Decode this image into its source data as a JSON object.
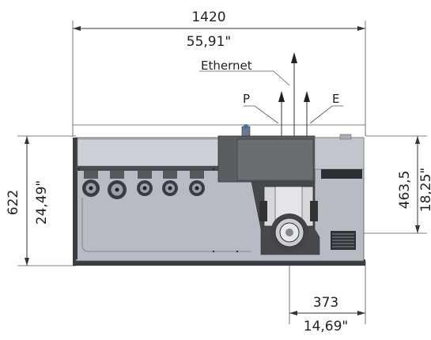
{
  "dimensions": {
    "overall_width_mm": "1420",
    "overall_width_in": "55,91\"",
    "overall_height_mm": "622",
    "overall_height_in": "24,49\"",
    "right_height_mm": "463,5",
    "right_height_in": "18,25\"",
    "offset_mm": "373",
    "offset_in": "14,69\""
  },
  "connections": {
    "ethernet": "Ethernet",
    "p": "P",
    "e": "E"
  },
  "colors": {
    "body": "#b7bcc4",
    "panel_light": "#c9ccd2",
    "dark": "#3a3c40",
    "module": "#5a5d62",
    "line": "#333333"
  }
}
